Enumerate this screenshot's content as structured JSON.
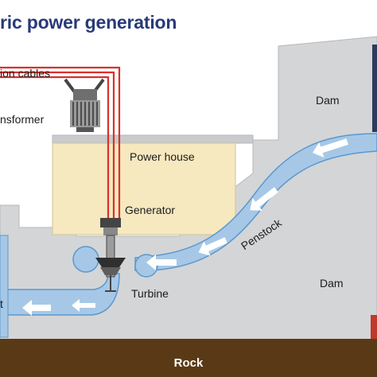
{
  "title": "ric power generation",
  "labels": {
    "transmission_cables": "ion cables",
    "transformer": "nsformer",
    "power_house": "Power house",
    "generator": "Generator",
    "turbine": "Turbine",
    "penstock": "Penstock",
    "dam_top": "Dam",
    "dam_bottom": "Dam",
    "rock": "Rock",
    "outflow": "t"
  },
  "colors": {
    "title": "#283a78",
    "dam": "#d4d5d6",
    "dam_edge": "#b5b7ba",
    "water": "#a6c8e6",
    "water_edge": "#5b98cf",
    "power_house": "#f6e8bf",
    "cable": "#d8322a",
    "rock": "#5a3a16",
    "arrow": "#ffffff"
  }
}
